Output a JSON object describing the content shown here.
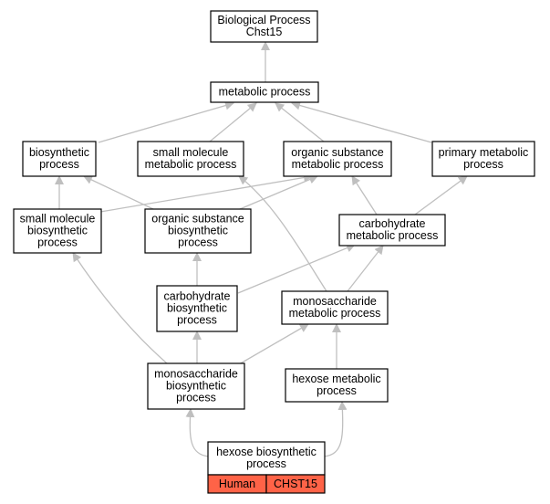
{
  "graph": {
    "edge_color": "#bfbfbf",
    "node_fill": "#ffffff",
    "node_border": "#000000",
    "tag_fill": "#ff6347",
    "nodes": [
      {
        "id": "root",
        "lines": [
          "Biological Process",
          "Chst15"
        ]
      },
      {
        "id": "metabolic",
        "lines": [
          "metabolic process"
        ]
      },
      {
        "id": "biosynthetic",
        "lines": [
          "biosynthetic",
          "process"
        ]
      },
      {
        "id": "small-mol-metabolic",
        "lines": [
          "small molecule",
          "metabolic process"
        ]
      },
      {
        "id": "organic-metabolic",
        "lines": [
          "organic substance",
          "metabolic process"
        ]
      },
      {
        "id": "primary-metabolic",
        "lines": [
          "primary metabolic",
          "process"
        ]
      },
      {
        "id": "small-mol-biosynthetic",
        "lines": [
          "small molecule",
          "biosynthetic",
          "process"
        ]
      },
      {
        "id": "organic-biosynthetic",
        "lines": [
          "organic substance",
          "biosynthetic",
          "process"
        ]
      },
      {
        "id": "carb-metabolic",
        "lines": [
          "carbohydrate",
          "metabolic process"
        ]
      },
      {
        "id": "carb-biosynthetic",
        "lines": [
          "carbohydrate",
          "biosynthetic",
          "process"
        ]
      },
      {
        "id": "monosacch-metabolic",
        "lines": [
          "monosaccharide",
          "metabolic process"
        ]
      },
      {
        "id": "monosacch-biosynthetic",
        "lines": [
          "monosaccharide",
          "biosynthetic",
          "process"
        ]
      },
      {
        "id": "hexose-metabolic",
        "lines": [
          "hexose metabolic",
          "process"
        ]
      },
      {
        "id": "hexose-biosynthetic",
        "lines": [
          "hexose biosynthetic",
          "process"
        ]
      }
    ],
    "edges": [
      {
        "from": "metabolic",
        "to": "root"
      },
      {
        "from": "biosynthetic",
        "to": "metabolic"
      },
      {
        "from": "small-mol-metabolic",
        "to": "metabolic"
      },
      {
        "from": "organic-metabolic",
        "to": "metabolic"
      },
      {
        "from": "primary-metabolic",
        "to": "metabolic"
      },
      {
        "from": "small-mol-biosynthetic",
        "to": "biosynthetic"
      },
      {
        "from": "organic-biosynthetic",
        "to": "biosynthetic"
      },
      {
        "from": "small-mol-biosynthetic",
        "to": "organic-metabolic"
      },
      {
        "from": "organic-biosynthetic",
        "to": "organic-metabolic"
      },
      {
        "from": "carb-metabolic",
        "to": "organic-metabolic"
      },
      {
        "from": "carb-metabolic",
        "to": "primary-metabolic"
      },
      {
        "from": "carb-biosynthetic",
        "to": "organic-biosynthetic"
      },
      {
        "from": "carb-biosynthetic",
        "to": "carb-metabolic"
      },
      {
        "from": "monosacch-metabolic",
        "to": "carb-metabolic"
      },
      {
        "from": "monosacch-metabolic",
        "to": "small-mol-metabolic"
      },
      {
        "from": "monosacch-biosynthetic",
        "to": "small-mol-biosynthetic"
      },
      {
        "from": "monosacch-biosynthetic",
        "to": "carb-biosynthetic"
      },
      {
        "from": "monosacch-biosynthetic",
        "to": "monosacch-metabolic"
      },
      {
        "from": "hexose-metabolic",
        "to": "monosacch-metabolic"
      },
      {
        "from": "hexose-biosynthetic",
        "to": "monosacch-biosynthetic"
      },
      {
        "from": "hexose-biosynthetic",
        "to": "hexose-metabolic"
      }
    ],
    "annotation": {
      "node": "hexose-biosynthetic",
      "cells": [
        "Human",
        "CHST15"
      ]
    }
  }
}
